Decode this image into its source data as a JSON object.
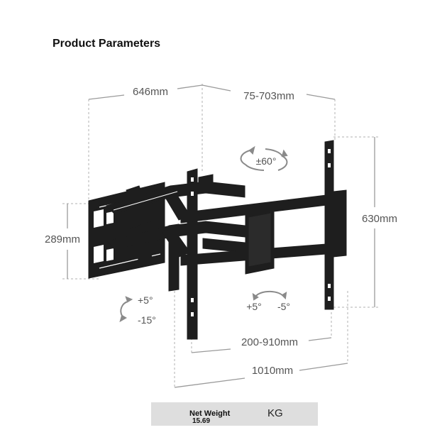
{
  "header": {
    "title": "Product Parameters"
  },
  "dimensions": {
    "arm_depth": "646mm",
    "tilt_depth_range": "75-703mm",
    "wall_plate_height": "289mm",
    "vesa_height": "630mm",
    "vesa_width_range": "200-910mm",
    "total_width": "1010mm"
  },
  "angles": {
    "swivel": "±60°",
    "tilt_up": "+5°",
    "tilt_down": "-15°",
    "level_plus": "+5°",
    "level_minus": "-5°"
  },
  "weight": {
    "label": "Net Weight",
    "value": "15.69",
    "unit": "KG"
  },
  "colors": {
    "mount": "#1e1e1e",
    "dimension_line": "#9a9a9a",
    "weight_box": "#dedede"
  }
}
